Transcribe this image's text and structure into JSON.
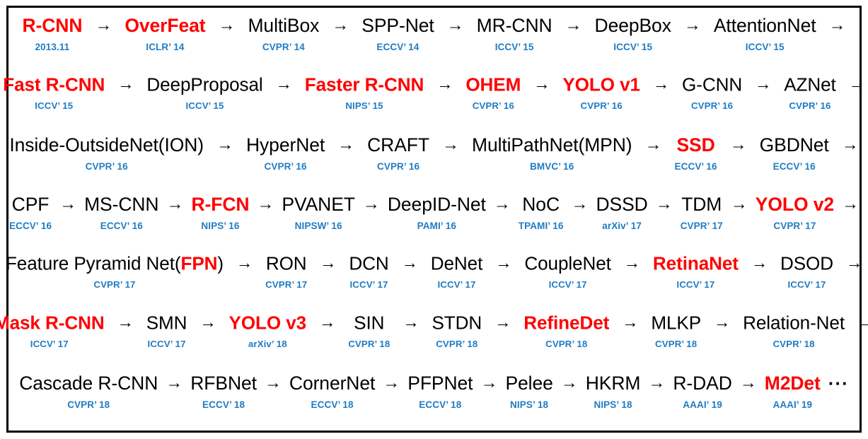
{
  "figure": {
    "kind": "object-detection-milestones-timeline",
    "colors": {
      "highlight": "#FF0000",
      "normal": "#000000",
      "venue": "#1F7CC4",
      "border": "#000000",
      "background": "#FFFFFF"
    },
    "arrow_glyph": "→",
    "ellipsis_glyph": "···"
  },
  "rows": [
    {
      "id": "row-1",
      "nodes": [
        {
          "name": "R-CNN",
          "venue": "2013.11",
          "highlight": true
        },
        {
          "name": "OverFeat",
          "venue": "ICLR’ 14",
          "highlight": true
        },
        {
          "name": "MultiBox",
          "venue": "CVPR’ 14",
          "highlight": false
        },
        {
          "name": "SPP-Net",
          "venue": "ECCV’ 14",
          "highlight": false
        },
        {
          "name": "MR-CNN",
          "venue": "ICCV’ 15",
          "highlight": false
        },
        {
          "name": "DeepBox",
          "venue": "ICCV’ 15",
          "highlight": false
        },
        {
          "name": "AttentionNet",
          "venue": "ICCV’ 15",
          "highlight": false
        }
      ],
      "trailing_arrow": true
    },
    {
      "id": "row-2",
      "nodes": [
        {
          "name": "Fast R-CNN",
          "venue": "ICCV’ 15",
          "highlight": true
        },
        {
          "name": "DeepProposal",
          "venue": "ICCV’ 15",
          "highlight": false
        },
        {
          "name": "Faster R-CNN",
          "venue": "NIPS’ 15",
          "highlight": true
        },
        {
          "name": "OHEM",
          "venue": "CVPR’ 16",
          "highlight": true
        },
        {
          "name": "YOLO v1",
          "venue": "CVPR’ 16",
          "highlight": true
        },
        {
          "name": "G-CNN",
          "venue": "CVPR’ 16",
          "highlight": false
        },
        {
          "name": "AZNet",
          "venue": "CVPR’ 16",
          "highlight": false
        }
      ],
      "trailing_arrow": true
    },
    {
      "id": "row-3",
      "nodes": [
        {
          "name": "Inside-OutsideNet(ION)",
          "venue": "CVPR’ 16",
          "highlight": false
        },
        {
          "name": "HyperNet",
          "venue": "CVPR’ 16",
          "highlight": false
        },
        {
          "name": "CRAFT",
          "venue": "CVPR’ 16",
          "highlight": false
        },
        {
          "name": "MultiPathNet(MPN)",
          "venue": "BMVC’ 16",
          "highlight": false
        },
        {
          "name": "SSD",
          "venue": "ECCV’ 16",
          "highlight": true
        },
        {
          "name": "GBDNet",
          "venue": "ECCV’ 16",
          "highlight": false
        }
      ],
      "trailing_arrow": true
    },
    {
      "id": "row-4",
      "nodes": [
        {
          "name": "CPF",
          "venue": "ECCV’ 16",
          "highlight": false
        },
        {
          "name": "MS-CNN",
          "venue": "ECCV’ 16",
          "highlight": false
        },
        {
          "name": "R-FCN",
          "venue": "NIPS’ 16",
          "highlight": true
        },
        {
          "name": "PVANET",
          "venue": "NIPSW’ 16",
          "highlight": false
        },
        {
          "name": "DeepID-Net",
          "venue": "PAMI’ 16",
          "highlight": false
        },
        {
          "name": "NoC",
          "venue": "TPAMI’ 16",
          "highlight": false
        },
        {
          "name": "DSSD",
          "venue": "arXiv’ 17",
          "highlight": false
        },
        {
          "name": "TDM",
          "venue": "CVPR’ 17",
          "highlight": false
        },
        {
          "name": "YOLO v2",
          "venue": "CVPR’ 17",
          "highlight": true
        }
      ],
      "trailing_arrow": true
    },
    {
      "id": "row-5",
      "nodes": [
        {
          "name": "Feature Pyramid Net(FPN)",
          "venue": "CVPR’ 17",
          "highlight": false,
          "highlight_sub": "FPN"
        },
        {
          "name": "RON",
          "venue": "CVPR’ 17",
          "highlight": false
        },
        {
          "name": "DCN",
          "venue": "ICCV’ 17",
          "highlight": false
        },
        {
          "name": "DeNet",
          "venue": "ICCV’ 17",
          "highlight": false
        },
        {
          "name": "CoupleNet",
          "venue": "ICCV’ 17",
          "highlight": false
        },
        {
          "name": "RetinaNet",
          "venue": "ICCV’ 17",
          "highlight": true
        },
        {
          "name": "DSOD",
          "venue": "ICCV’ 17",
          "highlight": false
        }
      ],
      "trailing_arrow": true
    },
    {
      "id": "row-6",
      "nodes": [
        {
          "name": "Mask R-CNN",
          "venue": "ICCV’ 17",
          "highlight": true
        },
        {
          "name": "SMN",
          "venue": "ICCV’ 17",
          "highlight": false
        },
        {
          "name": "YOLO v3",
          "venue": "arXiv’ 18",
          "highlight": true
        },
        {
          "name": "SIN",
          "venue": "CVPR’ 18",
          "highlight": false
        },
        {
          "name": "STDN",
          "venue": "CVPR’ 18",
          "highlight": false
        },
        {
          "name": "RefineDet",
          "venue": "CVPR’ 18",
          "highlight": true
        },
        {
          "name": "MLKP",
          "venue": "CVPR’ 18",
          "highlight": false
        },
        {
          "name": "Relation-Net",
          "venue": "CVPR’ 18",
          "highlight": false
        }
      ],
      "trailing_arrow": true
    },
    {
      "id": "row-7",
      "nodes": [
        {
          "name": "Cascade R-CNN",
          "venue": "CVPR’ 18",
          "highlight": false
        },
        {
          "name": "RFBNet",
          "venue": "ECCV’ 18",
          "highlight": false
        },
        {
          "name": "CornerNet",
          "venue": "ECCV’ 18",
          "highlight": false
        },
        {
          "name": "PFPNet",
          "venue": "ECCV’ 18",
          "highlight": false
        },
        {
          "name": "Pelee",
          "venue": "NIPS’ 18",
          "highlight": false
        },
        {
          "name": "HKRM",
          "venue": "NIPS’ 18",
          "highlight": false
        },
        {
          "name": "R-DAD",
          "venue": "AAAI’ 19",
          "highlight": false
        },
        {
          "name": "M2Det",
          "venue": "AAAI’ 19",
          "highlight": true
        }
      ],
      "trailing_arrow": false,
      "trailing_ellipsis": true
    }
  ]
}
